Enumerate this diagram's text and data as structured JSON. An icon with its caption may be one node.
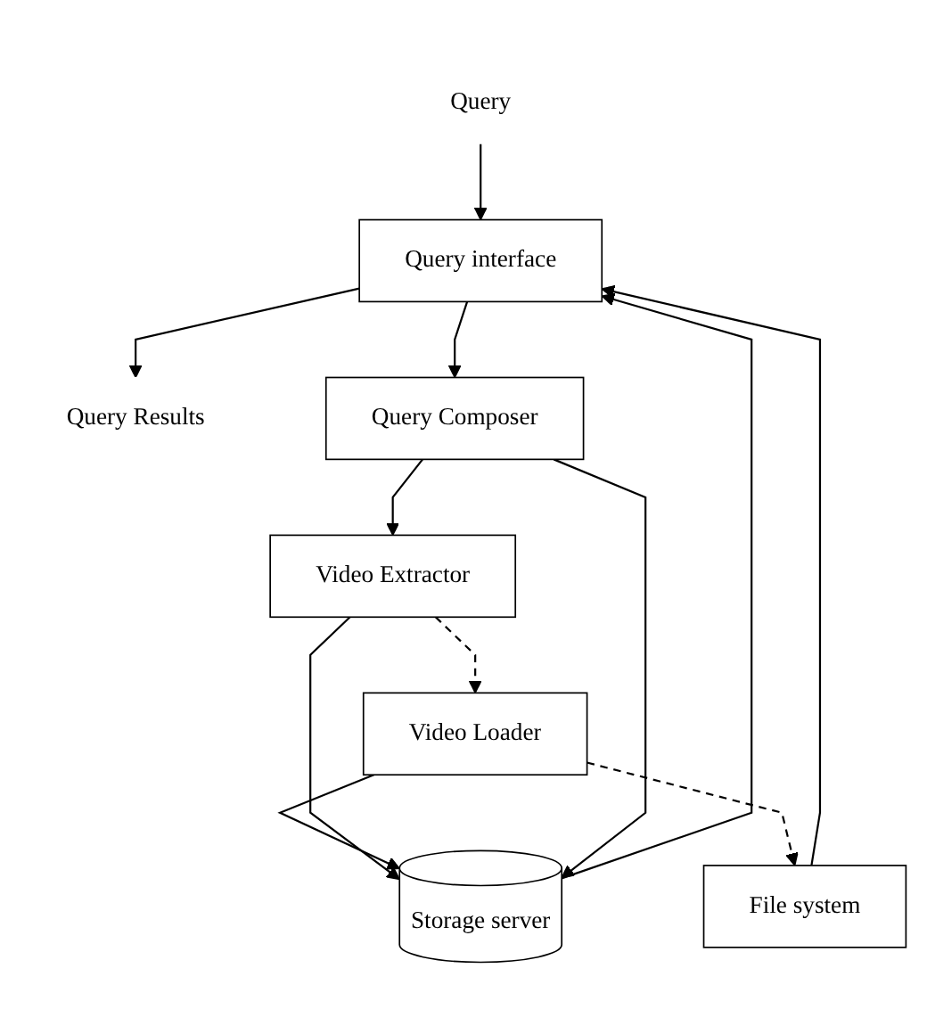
{
  "diagram": {
    "nodes": [
      {
        "text": [
          "Query"
        ]
      },
      {
        "text": [
          "Query Results"
        ]
      },
      {
        "text": [
          "Video Extractor"
        ]
      },
      {
        "text": [
          "Query interface"
        ]
      },
      {
        "text": [
          "Video Loader"
        ]
      },
      {
        "text": [
          "Query Composer"
        ]
      },
      {
        "text": [
          "Storage server"
        ]
      },
      {
        "text": [
          "File system"
        ]
      }
    ],
    "edges": [
      {
        "from": 0,
        "to": 3,
        "arrow": "to"
      },
      {
        "from": 3,
        "to": 1,
        "arrow": "to"
      },
      {
        "from": 3,
        "to": 5,
        "arrow": "to"
      },
      {
        "from": 5,
        "to": 2,
        "arrow": "to"
      },
      {
        "from": 2,
        "to": 4,
        "arrow": "to",
        "style": "dashed"
      },
      {
        "from": 4,
        "to": 6,
        "arrow": "to"
      },
      {
        "from": 2,
        "to": 6,
        "arrow": "to"
      },
      {
        "from": 5,
        "to": 6,
        "arrow": "to"
      },
      {
        "from": 6,
        "to": 3,
        "arrow": "to"
      },
      {
        "from": 7,
        "to": 3,
        "arrow": "to"
      },
      {
        "from": 4,
        "to": 7,
        "arrow": "to",
        "style": "dashed"
      }
    ]
  }
}
